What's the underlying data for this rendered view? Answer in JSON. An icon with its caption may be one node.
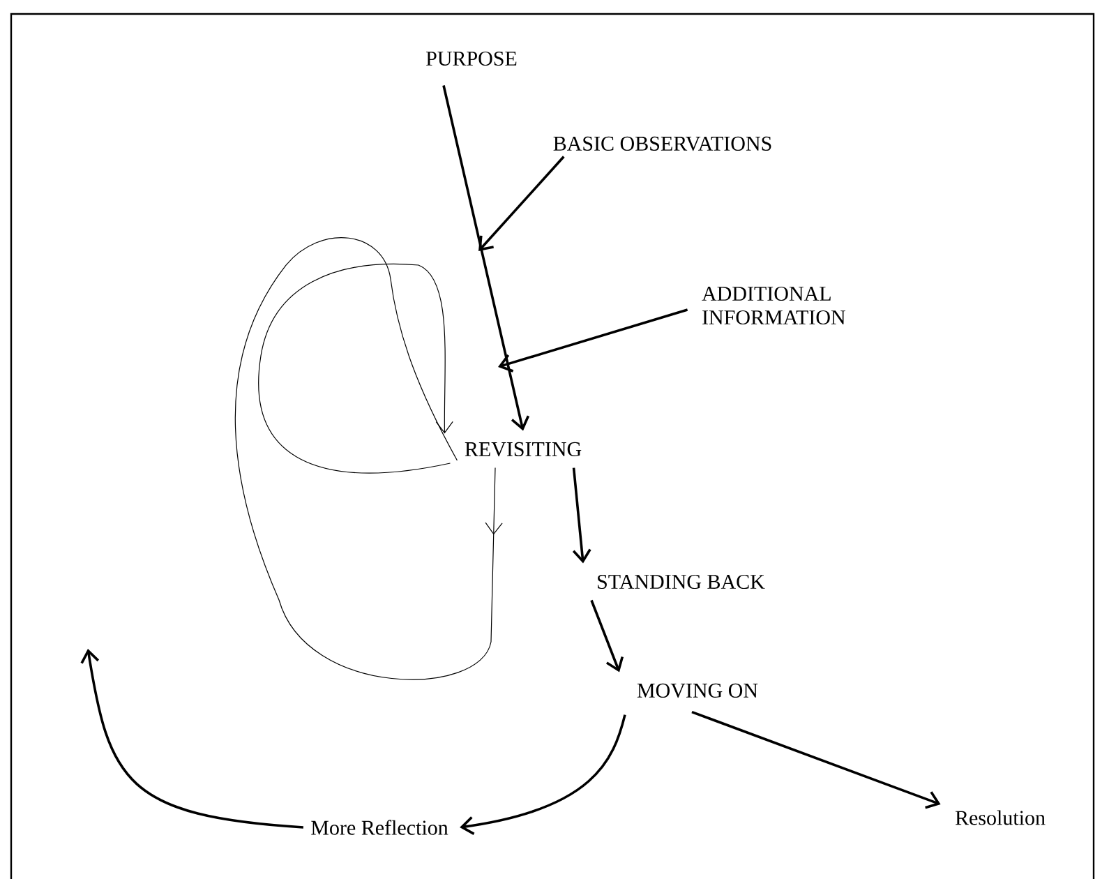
{
  "diagram": {
    "nodes": [
      {
        "text": [
          "PURPOSE"
        ]
      },
      {
        "text": [
          "BASIC OBSERVATIONS"
        ]
      },
      {
        "text": [
          "ADDITIONAL INFORMATION"
        ]
      },
      {
        "text": [
          "REVISITING"
        ]
      },
      {
        "text": [
          "STANDING BACK"
        ]
      },
      {
        "text": [
          "MOVING ON"
        ]
      },
      {
        "text": [
          "More Reflection"
        ]
      },
      {
        "text": [
          "Resolution"
        ]
      }
    ],
    "edges": [
      {
        "from": 0,
        "to": 3,
        "arrow": "to"
      },
      {
        "from": 1,
        "to": null,
        "arrow": "to"
      },
      {
        "from": 2,
        "to": null,
        "arrow": "to"
      },
      {
        "from": 3,
        "to": 3,
        "arrow": "to"
      },
      {
        "from": 3,
        "to": 3,
        "arrow": "to"
      },
      {
        "from": 3,
        "to": 4,
        "arrow": "to"
      },
      {
        "from": 4,
        "to": 5,
        "arrow": "to"
      },
      {
        "from": 5,
        "to": 6,
        "arrow": "to"
      },
      {
        "from": 5,
        "to": 7,
        "arrow": "to"
      },
      {
        "from": 6,
        "to": null,
        "arrow": "to"
      }
    ]
  }
}
